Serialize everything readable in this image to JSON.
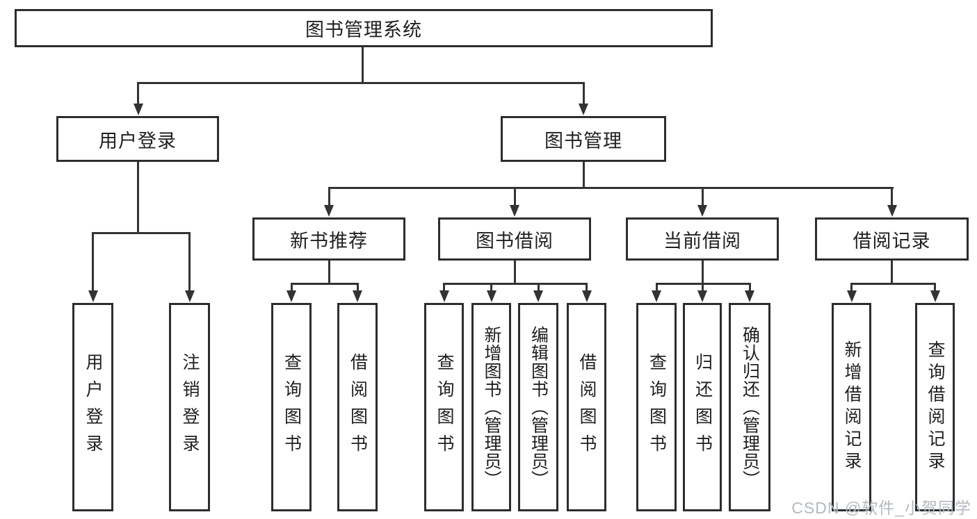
{
  "diagram": {
    "type": "hierarchy-tree",
    "root": {
      "label": "图书管理系统",
      "children": [
        {
          "label": "用户登录",
          "children": [
            {
              "label": "用户登录"
            },
            {
              "label": "注销登录"
            }
          ]
        },
        {
          "label": "图书管理",
          "children": [
            {
              "label": "新书推荐",
              "children": [
                {
                  "label": "查询图书"
                },
                {
                  "label": "借阅图书"
                }
              ]
            },
            {
              "label": "图书借阅",
              "children": [
                {
                  "label": "查询图书"
                },
                {
                  "label": "新增图书（管理员）"
                },
                {
                  "label": "编辑图书（管理员）"
                },
                {
                  "label": "借阅图书"
                }
              ]
            },
            {
              "label": "当前借阅",
              "children": [
                {
                  "label": "查询图书"
                },
                {
                  "label": "归还图书"
                },
                {
                  "label": "确认归还（管理员）"
                }
              ]
            },
            {
              "label": "借阅记录",
              "children": [
                {
                  "label": "新增借阅记录"
                },
                {
                  "label": "查询借阅记录"
                }
              ]
            }
          ]
        }
      ]
    }
  },
  "watermark": {
    "text": "CSDN @软件_小贺同学"
  },
  "colors": {
    "line": "#333333",
    "box_border": "#2d2d2d",
    "box_fill": "#ffffff",
    "text": "#1f1f1f",
    "watermark": "#b4bac2"
  }
}
